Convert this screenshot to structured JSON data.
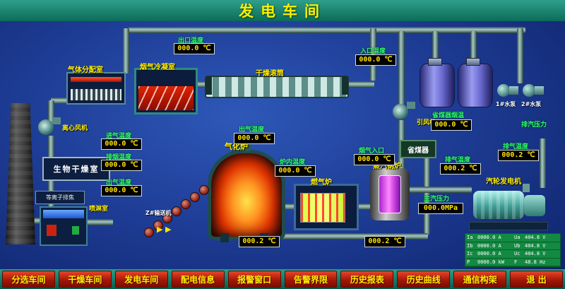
{
  "title": "发电车间",
  "menu": {
    "items": [
      "分选车间",
      "干燥车间",
      "发电车间",
      "配电信息",
      "报警窗口",
      "告警界限",
      "历史报表",
      "历史曲线",
      "通信构架",
      "退 出"
    ]
  },
  "equipment": {
    "gas_dist": "气体分配室",
    "condenser": "烟气冷凝室",
    "drum": "干燥滚筒",
    "cfan": "离心风机",
    "bio": "生物干燥室",
    "plasma": "等离子排焦",
    "spray": "喷淋室",
    "gasifier": "气化炉",
    "conveyor": "Z#输送机",
    "gasfurnace": "燃气炉",
    "boiler": "蒸汽锅炉",
    "economizer": "省煤器",
    "idfan": "引风机",
    "turbine": "汽轮发电机",
    "pump1": "1#水泵",
    "pump2": "2#水泵"
  },
  "displays": [
    {
      "label": "出口温度",
      "value": "000.0 ℃"
    },
    {
      "label": "入口温度",
      "value": "000.0 ℃"
    },
    {
      "label": "进气温度",
      "value": "000.0 ℃"
    },
    {
      "label": "排烟温度",
      "value": "000.0 ℃"
    },
    {
      "label": "出气温度",
      "value": "000.0 ℃"
    },
    {
      "label": "出气温度",
      "value": "000.0 ℃"
    },
    {
      "label": "炉内温度",
      "value": "000.0 ℃"
    },
    {
      "label": "烟气入口",
      "value": "000.0 ℃"
    },
    {
      "label": "省煤器烟温",
      "value": "000.0 ℃"
    },
    {
      "label": "排气温度",
      "value": "000.2 ℃"
    },
    {
      "label": "排气温度",
      "value": "000.2 ℃"
    },
    {
      "label": "主汽压力",
      "value": "000.0MPa"
    },
    {
      "label": "",
      "value": "000.2 ℃"
    },
    {
      "label": "",
      "value": "000.2 ℃"
    },
    {
      "label": "排汽压力",
      "value": ""
    }
  ],
  "panel": {
    "rows": [
      [
        "Ia",
        "0000.0 A",
        "Ua",
        "404.8 V"
      ],
      [
        "Ib",
        "0000.0 A",
        "Ub",
        "404.8 V"
      ],
      [
        "Ic",
        "0000.0 A",
        "Uc",
        "404.8 V"
      ],
      [
        "P",
        "0000.0 kW",
        "F",
        "48.8 Hz"
      ]
    ]
  },
  "colors": {
    "accent_green": "#2aff6a",
    "display_text": "#ffe400",
    "button_red": "#c41f08",
    "bar_teal": "#117a68"
  }
}
